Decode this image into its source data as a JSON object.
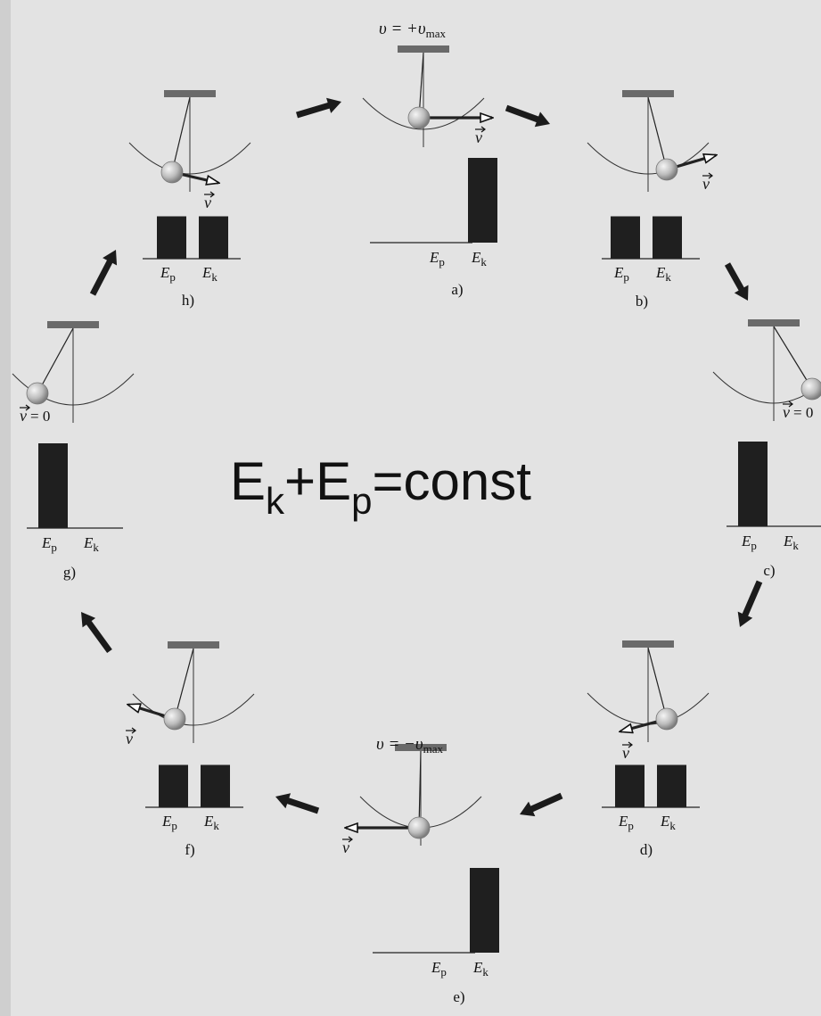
{
  "equation": {
    "main": "E",
    "sub1": "k",
    "plus": "+E",
    "sub2": "p",
    "rest": "=const"
  },
  "labels": {
    "ep": "E",
    "ep_sub": "p",
    "ek": "E",
    "ek_sub": "k",
    "v_vec": "v",
    "v_zero": "= 0",
    "v_max_plus": "υ = +υ",
    "v_max_minus": "υ = −υ",
    "max_sub": "max"
  },
  "panels": [
    {
      "id": "a",
      "caption": "a)",
      "v_text": "υ = +υmax",
      "ep": 0.0,
      "ek": 1.0,
      "velocity": "right-max"
    },
    {
      "id": "b",
      "caption": "b)",
      "ep": 0.5,
      "ek": 0.5,
      "velocity": "up-right"
    },
    {
      "id": "c",
      "caption": "c)",
      "v_text": "v = 0",
      "ep": 1.0,
      "ek": 0.0,
      "velocity": "zero"
    },
    {
      "id": "d",
      "caption": "d)",
      "ep": 0.5,
      "ek": 0.5,
      "velocity": "down-left"
    },
    {
      "id": "e",
      "caption": "e)",
      "v_text": "υ = −υmax",
      "ep": 0.0,
      "ek": 1.0,
      "velocity": "left-max"
    },
    {
      "id": "f",
      "caption": "f)",
      "ep": 0.5,
      "ek": 0.5,
      "velocity": "up-left"
    },
    {
      "id": "g",
      "caption": "g)",
      "v_text": "v = 0",
      "ep": 1.0,
      "ek": 0.0,
      "velocity": "zero"
    },
    {
      "id": "h",
      "caption": "h)",
      "ep": 0.5,
      "ek": 0.5,
      "velocity": "down-right"
    }
  ],
  "colors": {
    "background": "#e3e3e3",
    "bar": "#1f1f1f",
    "ceiling": "#6a6a6a",
    "bob": "#bdbdbd",
    "arrow": "#222222",
    "text": "#111111"
  }
}
